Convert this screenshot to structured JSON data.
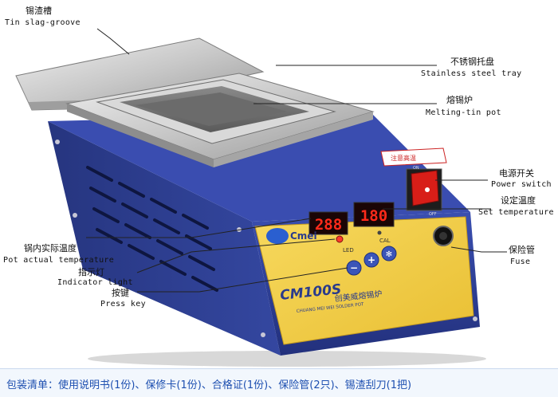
{
  "labels": {
    "slag_groove": {
      "zh": "锡渣槽",
      "en": "Tin slag-groove"
    },
    "tray": {
      "zh": "不锈钢托盘",
      "en": "Stainless steel tray"
    },
    "pot": {
      "zh": "熔锡炉",
      "en": "Melting-tin pot"
    },
    "power": {
      "zh": "电源开关",
      "en": "Power switch"
    },
    "set_temp": {
      "zh": "设定温度",
      "en": "Set temperature"
    },
    "actual_temp": {
      "zh": "锅内实际温度",
      "en": "Pot actual temperature"
    },
    "indicator": {
      "zh": "指示灯",
      "en": "Indicator light"
    },
    "press_key": {
      "zh": "按键",
      "en": "Press key"
    },
    "fuse": {
      "zh": "保险管",
      "en": "Fuse"
    }
  },
  "device": {
    "actual_display": "288",
    "set_display": "180",
    "model": "CM100S",
    "brand": "Cmei",
    "name_cn": "创美威熔锡炉",
    "name_en": "CHUANG MEI WEI SOLDER POT",
    "led_label": "LED",
    "cal_label": "CAL",
    "on_label": "ON",
    "off_label": "OFF",
    "key_minus": "−",
    "key_plus": "+",
    "key_star": "✻",
    "warning": "注意高温"
  },
  "footer": {
    "text": "包装清单：使用说明书(1份)、保修卡(1份)、合格证(1份)、保险管(2只)、锡渣刮刀(1把)"
  },
  "colors": {
    "body_blue": "#2d3f9a",
    "panel_yellow": "#f3cf4a",
    "display_red": "#ff2a1a",
    "switch_red": "#d81e18",
    "footer_text": "#1d4fb0"
  }
}
